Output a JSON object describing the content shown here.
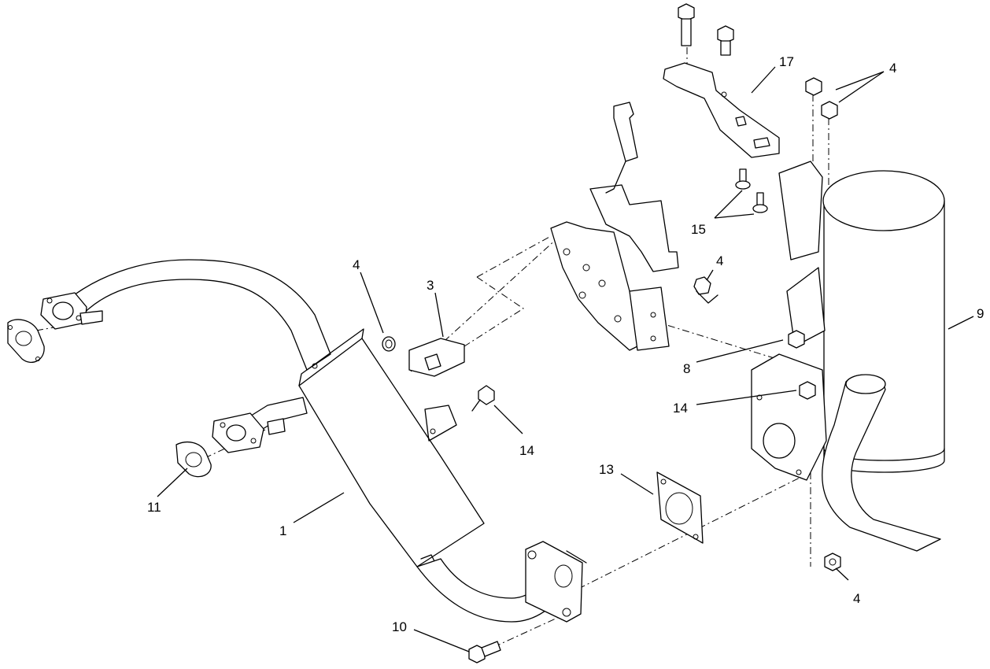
{
  "callouts": {
    "c1": "1",
    "c3": "3",
    "c4a": "4",
    "c4b": "4",
    "c4c": "4",
    "c4d": "4",
    "c8": "8",
    "c9": "9",
    "c10": "10",
    "c11": "11",
    "c13": "13",
    "c14a": "14",
    "c14b": "14",
    "c15": "15",
    "c17": "17"
  }
}
